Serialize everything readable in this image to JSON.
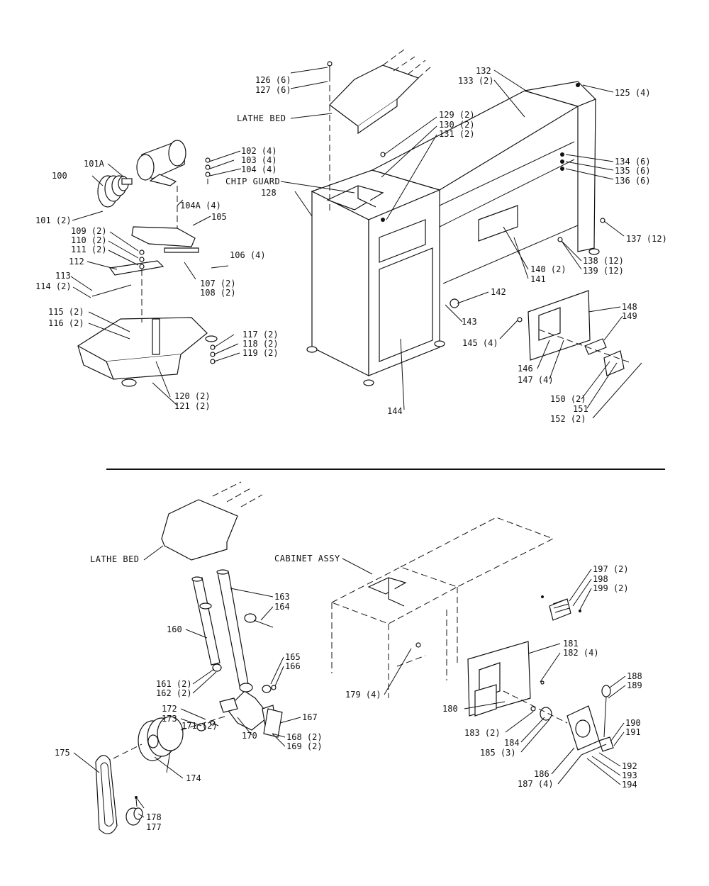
{
  "top": {
    "labels": {
      "l100": "100",
      "l101A": "101A",
      "l101": "101 (2)",
      "l102": "102 (4)",
      "l103": "103 (4)",
      "l104": "104 (4)",
      "l104A": "104A (4)",
      "l105": "105",
      "l106": "106 (4)",
      "l107": "107 (2)",
      "l108": "108 (2)",
      "l109": "109 (2)",
      "l110": "110 (2)",
      "l111": "111 (2)",
      "l112": "112",
      "l113": "113",
      "l114": "114 (2)",
      "l115": "115 (2)",
      "l116": "116 (2)",
      "l117": "117 (2)",
      "l118": "118 (2)",
      "l119": "119 (2)",
      "l120": "120 (2)",
      "l121": "121 (2)",
      "l125": "125 (4)",
      "l126": "126 (6)",
      "l127": "127 (6)",
      "l128": "128",
      "l129": "129 (2)",
      "l130": "130 (2)",
      "l131": "131 (2)",
      "l132": "132",
      "l133": "133 (2)",
      "l134": "134 (6)",
      "l135": "135 (6)",
      "l136": "136 (6)",
      "l137": "137 (12)",
      "l138": "138 (12)",
      "l139": "139 (12)",
      "l140": "140 (2)",
      "l141": "141",
      "l142": "142",
      "l143": "143",
      "l144": "144",
      "l145": "145 (4)",
      "l146": "146",
      "l147": "147 (4)",
      "l148": "148",
      "l149": "149",
      "l150": "150 (2)",
      "l151": "151",
      "l152": "152 (2)",
      "lathe_bed": "LATHE BED",
      "chip_guard": "CHIP GUARD"
    }
  },
  "bottom": {
    "labels": {
      "lathe_bed": "LATHE BED",
      "cabinet_assy": "CABINET ASSY",
      "l160": "160",
      "l161": "161 (2)",
      "l162": "162 (2)",
      "l163": "163",
      "l164": "164",
      "l165": "165",
      "l166": "166",
      "l167": "167",
      "l168": "168 (2)",
      "l169": "169 (2)",
      "l170": "170",
      "l171": "171 (2)",
      "l172": "172",
      "l173": "173",
      "l174": "174",
      "l175": "175",
      "l177": "177",
      "l178": "178",
      "l179": "179 (4)",
      "l180": "180",
      "l181": "181",
      "l182": "182 (4)",
      "l183": "183 (2)",
      "l184": "184",
      "l185": "185 (3)",
      "l186": "186",
      "l187": "187 (4)",
      "l188": "188",
      "l189": "189",
      "l190": "190",
      "l191": "191",
      "l192": "192",
      "l193": "193",
      "l194": "194",
      "l197": "197 (2)",
      "l198": "198",
      "l199": "199 (2)"
    }
  }
}
